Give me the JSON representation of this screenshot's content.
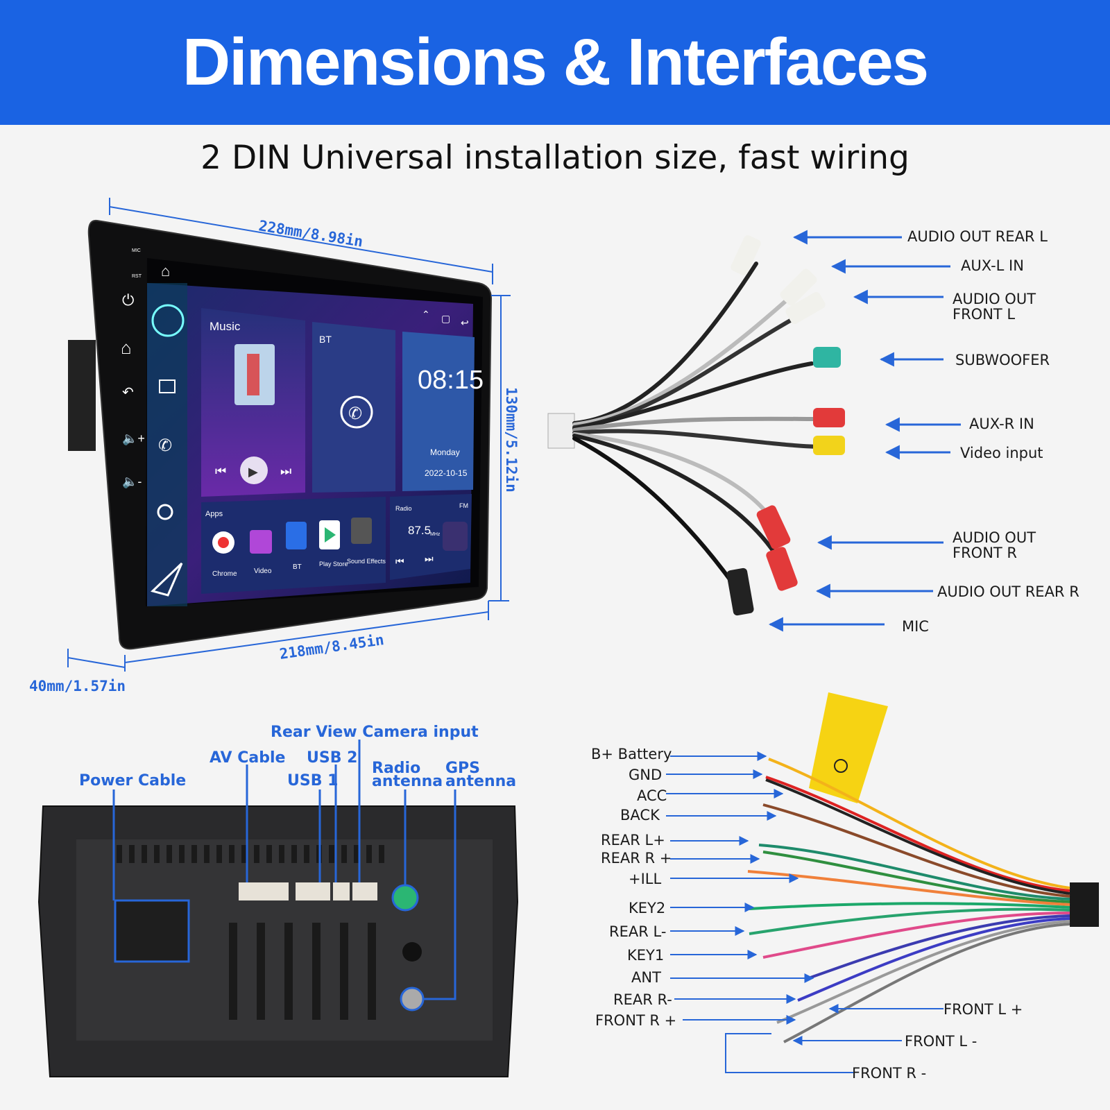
{
  "header": {
    "title": "Dimensions & Interfaces",
    "subtitle": "2 DIN Universal installation size, fast wiring"
  },
  "dimensions": {
    "width_top": "228mm/8.98in",
    "height": "130mm/5.12in",
    "width_bottom": "218mm/8.45in",
    "depth": "40mm/1.57in"
  },
  "screen": {
    "side_labels": [
      "MIC",
      "RST"
    ],
    "music_label": "Music",
    "bt_label": "BT",
    "time": "08:15",
    "day": "Monday",
    "date": "2022-10-15",
    "apps_label": "Apps",
    "apps": [
      "Chrome",
      "Video",
      "BT",
      "Play Store",
      "Sound Effects"
    ],
    "radio_label": "Radio",
    "fm_label": "FM",
    "frequency": "87.5",
    "freq_unit": "MHz"
  },
  "rca_labels": {
    "audio_out_rear_l": "AUDIO OUT REAR L",
    "aux_l_in": "AUX-L IN",
    "audio_out_front_l_1": "AUDIO OUT",
    "audio_out_front_l_2": "FRONT L",
    "subwoofer": "SUBWOOFER",
    "aux_r_in": "AUX-R IN",
    "video_input": "Video input",
    "audio_out_front_r_1": "AUDIO OUT",
    "audio_out_front_r_2": "FRONT R",
    "audio_out_rear_r": "AUDIO OUT REAR R",
    "mic": "MIC"
  },
  "rear_labels": {
    "rear_camera": "Rear View Camera input",
    "av_cable": "AV Cable",
    "usb2": "USB 2",
    "usb1": "USB 1",
    "power_cable": "Power Cable",
    "radio_1": "Radio",
    "radio_2": "antenna",
    "gps_1": "GPS",
    "gps_2": "antenna"
  },
  "harness_labels": {
    "b_battery": "B+ Battery",
    "gnd": "GND",
    "acc": "ACC",
    "back": "BACK",
    "rear_l_plus": "REAR L+",
    "rear_r_plus": "REAR R +",
    "ill": "+ILL",
    "key2": "KEY2",
    "rear_l_minus": "REAR L-",
    "key1": "KEY1",
    "ant": "ANT",
    "rear_r_minus": "REAR R-",
    "front_r_plus": "FRONT R +",
    "front_l_plus": "FRONT L +",
    "front_l_minus": "FRONT L -",
    "front_r_minus": "FRONT R -"
  },
  "colors": {
    "header_blue": "#1a63e3",
    "label_blue": "#2766d8"
  },
  "icons": [
    "home-icon",
    "power-icon",
    "back-icon",
    "volume-up-icon",
    "volume-down-icon",
    "phone-icon",
    "play-icon",
    "prev-icon",
    "next-icon",
    "chrome-icon",
    "video-icon",
    "play-store-icon",
    "sound-effects-icon",
    "radio-icon"
  ]
}
